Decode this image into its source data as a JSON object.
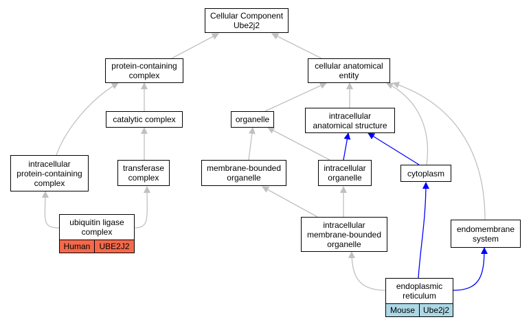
{
  "nodes": {
    "root": [
      "Cellular Component",
      "Ube2j2"
    ],
    "protein_containing_complex": [
      "protein-containing",
      "complex"
    ],
    "cellular_anatomical_entity": [
      "cellular anatomical",
      "entity"
    ],
    "catalytic_complex": [
      "catalytic complex"
    ],
    "organelle": [
      "organelle"
    ],
    "intracellular_anatomical_structure": [
      "intracellular",
      "anatomical structure"
    ],
    "intracellular_protein_containing_complex": [
      "intracellular",
      "protein-containing",
      "complex"
    ],
    "transferase_complex": [
      "transferase",
      "complex"
    ],
    "membrane_bounded_organelle": [
      "membrane-bounded",
      "organelle"
    ],
    "intracellular_organelle": [
      "intracellular",
      "organelle"
    ],
    "cytoplasm": [
      "cytoplasm"
    ],
    "ubiquitin_ligase_complex": [
      "ubiquitin ligase",
      "complex"
    ],
    "intracellular_membrane_bounded_organelle": [
      "intracellular",
      "membrane-bounded",
      "organelle"
    ],
    "endomembrane_system": [
      "endomembrane",
      "system"
    ],
    "endoplasmic_reticulum": [
      "endoplasmic",
      "reticulum"
    ]
  },
  "annotations": {
    "ubiquitin_ligase_complex": {
      "species": "Human",
      "gene": "UBE2J2",
      "color": "#f4694b"
    },
    "endoplasmic_reticulum": {
      "species": "Mouse",
      "gene": "Ube2j2",
      "color": "#add8e6"
    }
  },
  "colors": {
    "edge_default": "#c0c0c0",
    "edge_highlight": "#0000ff"
  }
}
